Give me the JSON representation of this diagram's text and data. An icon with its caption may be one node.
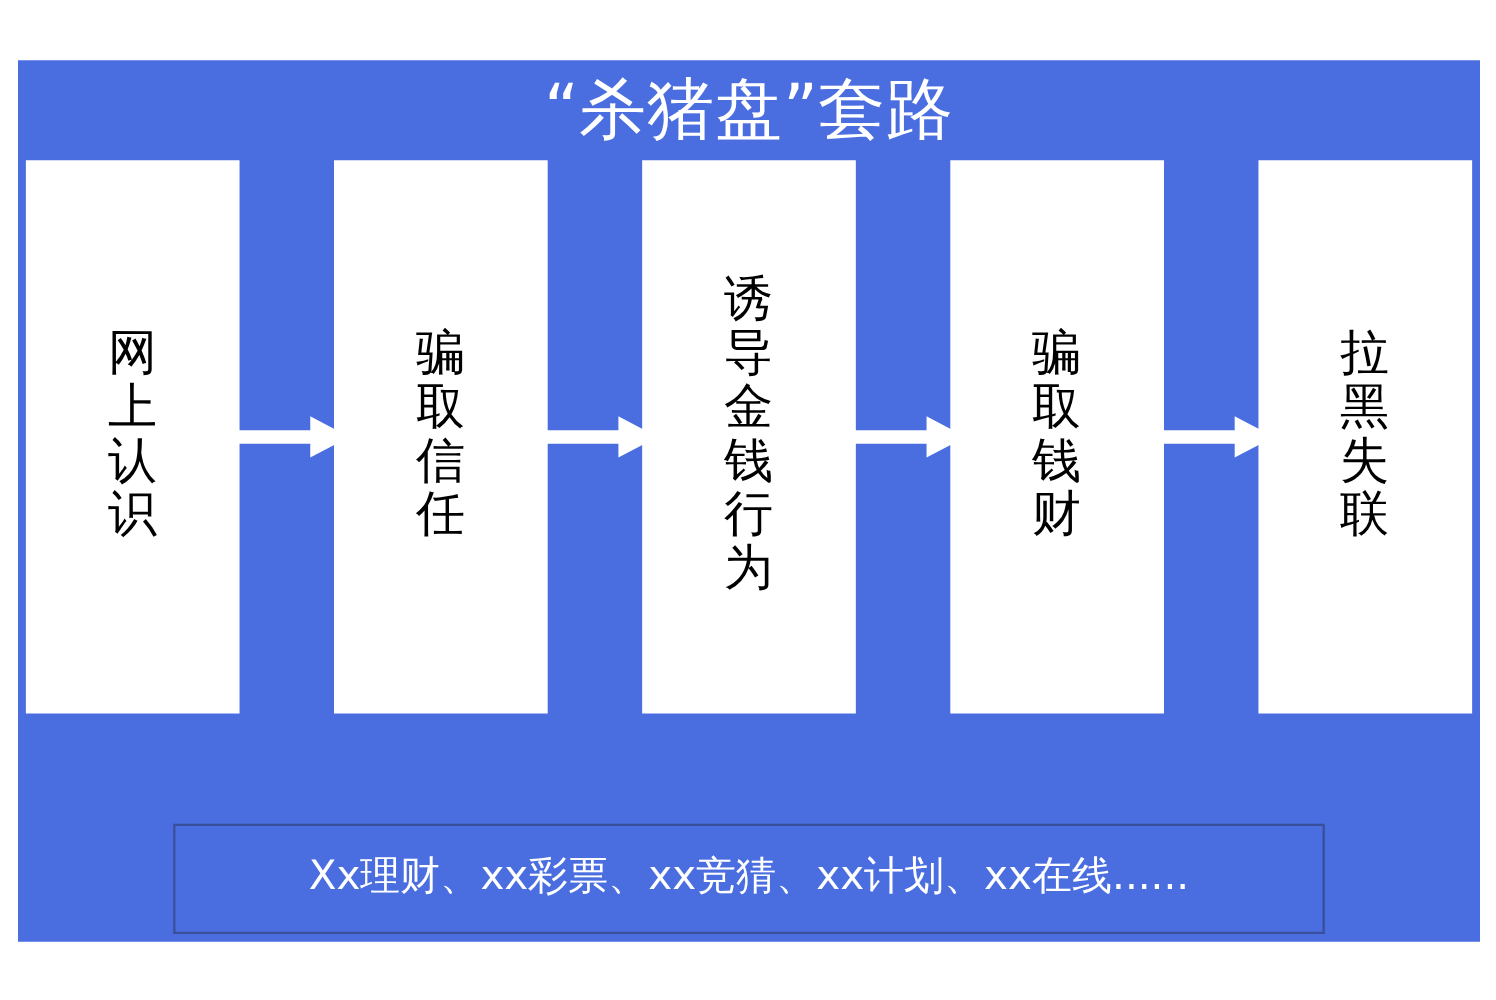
{
  "diagram": {
    "title": "“杀猪盘”套路",
    "nodes": [
      {
        "text": [
          "网上认识"
        ]
      },
      {
        "text": [
          "骗取信任"
        ]
      },
      {
        "text": [
          "诱导金钱行为"
        ]
      },
      {
        "text": [
          "骗取钱财"
        ]
      },
      {
        "text": [
          "拉黑失联"
        ]
      },
      {
        "text": [
          "Xx理财、xx彩票、xx竞猜、xx计划、xx在线......"
        ]
      }
    ],
    "edges": [
      {
        "from": 0,
        "to": 1,
        "arrow": "to"
      },
      {
        "from": 1,
        "to": 2,
        "arrow": "to"
      },
      {
        "from": 2,
        "to": 3,
        "arrow": "to"
      },
      {
        "from": 3,
        "to": 4,
        "arrow": "to"
      }
    ]
  }
}
